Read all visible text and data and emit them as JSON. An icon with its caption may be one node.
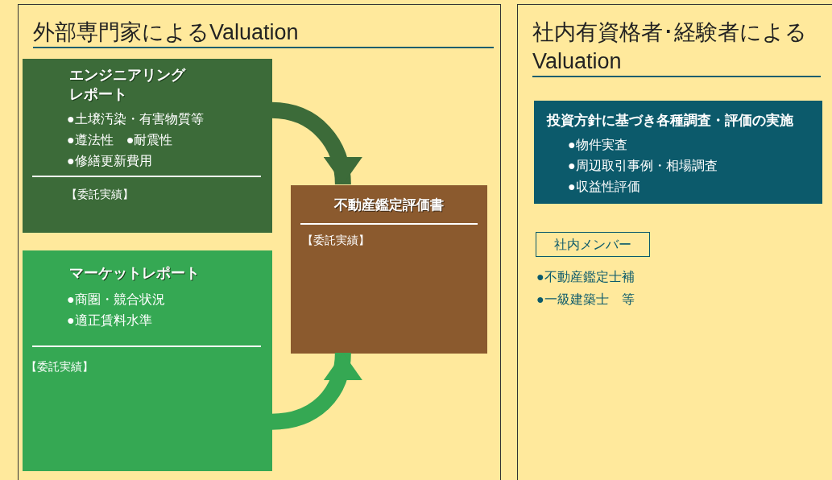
{
  "diagram": {
    "nodes": [
      {
        "text": [
          "外部専門家によるValuation"
        ]
      },
      {
        "text": [
          "社内有資格者･経験者による Valuation"
        ]
      },
      {
        "text": [
          "エンジニアリングレポート",
          "●土壌汚染・有害物質等",
          "●遵法性　●耐震性",
          "●修繕更新費用",
          "【委託実績】"
        ],
        "in": 0
      },
      {
        "text": [
          "マーケットレポート",
          "●商圏・競合状況",
          "●適正賃料水準",
          "【委託実績】"
        ],
        "in": 0
      },
      {
        "text": [
          "不動産鑑定評価書",
          "【委託実績】"
        ],
        "in": 0
      },
      {
        "text": [
          "投資方針に基づき各種調査・評価の実施",
          "●物件実査",
          "●周辺取引事例・相場調査",
          "●収益性評価"
        ],
        "in": 1
      },
      {
        "text": [
          "社内メンバー"
        ],
        "in": 1
      }
    ],
    "edges": [
      {
        "from": 2,
        "to": 4,
        "arrow": "to",
        "color": "#3c6b39"
      },
      {
        "from": 3,
        "to": 4,
        "arrow": "to",
        "color": "#35a853"
      }
    ],
    "labels": [
      "●不動産鑑定士補",
      "●一級建築士　等"
    ]
  }
}
